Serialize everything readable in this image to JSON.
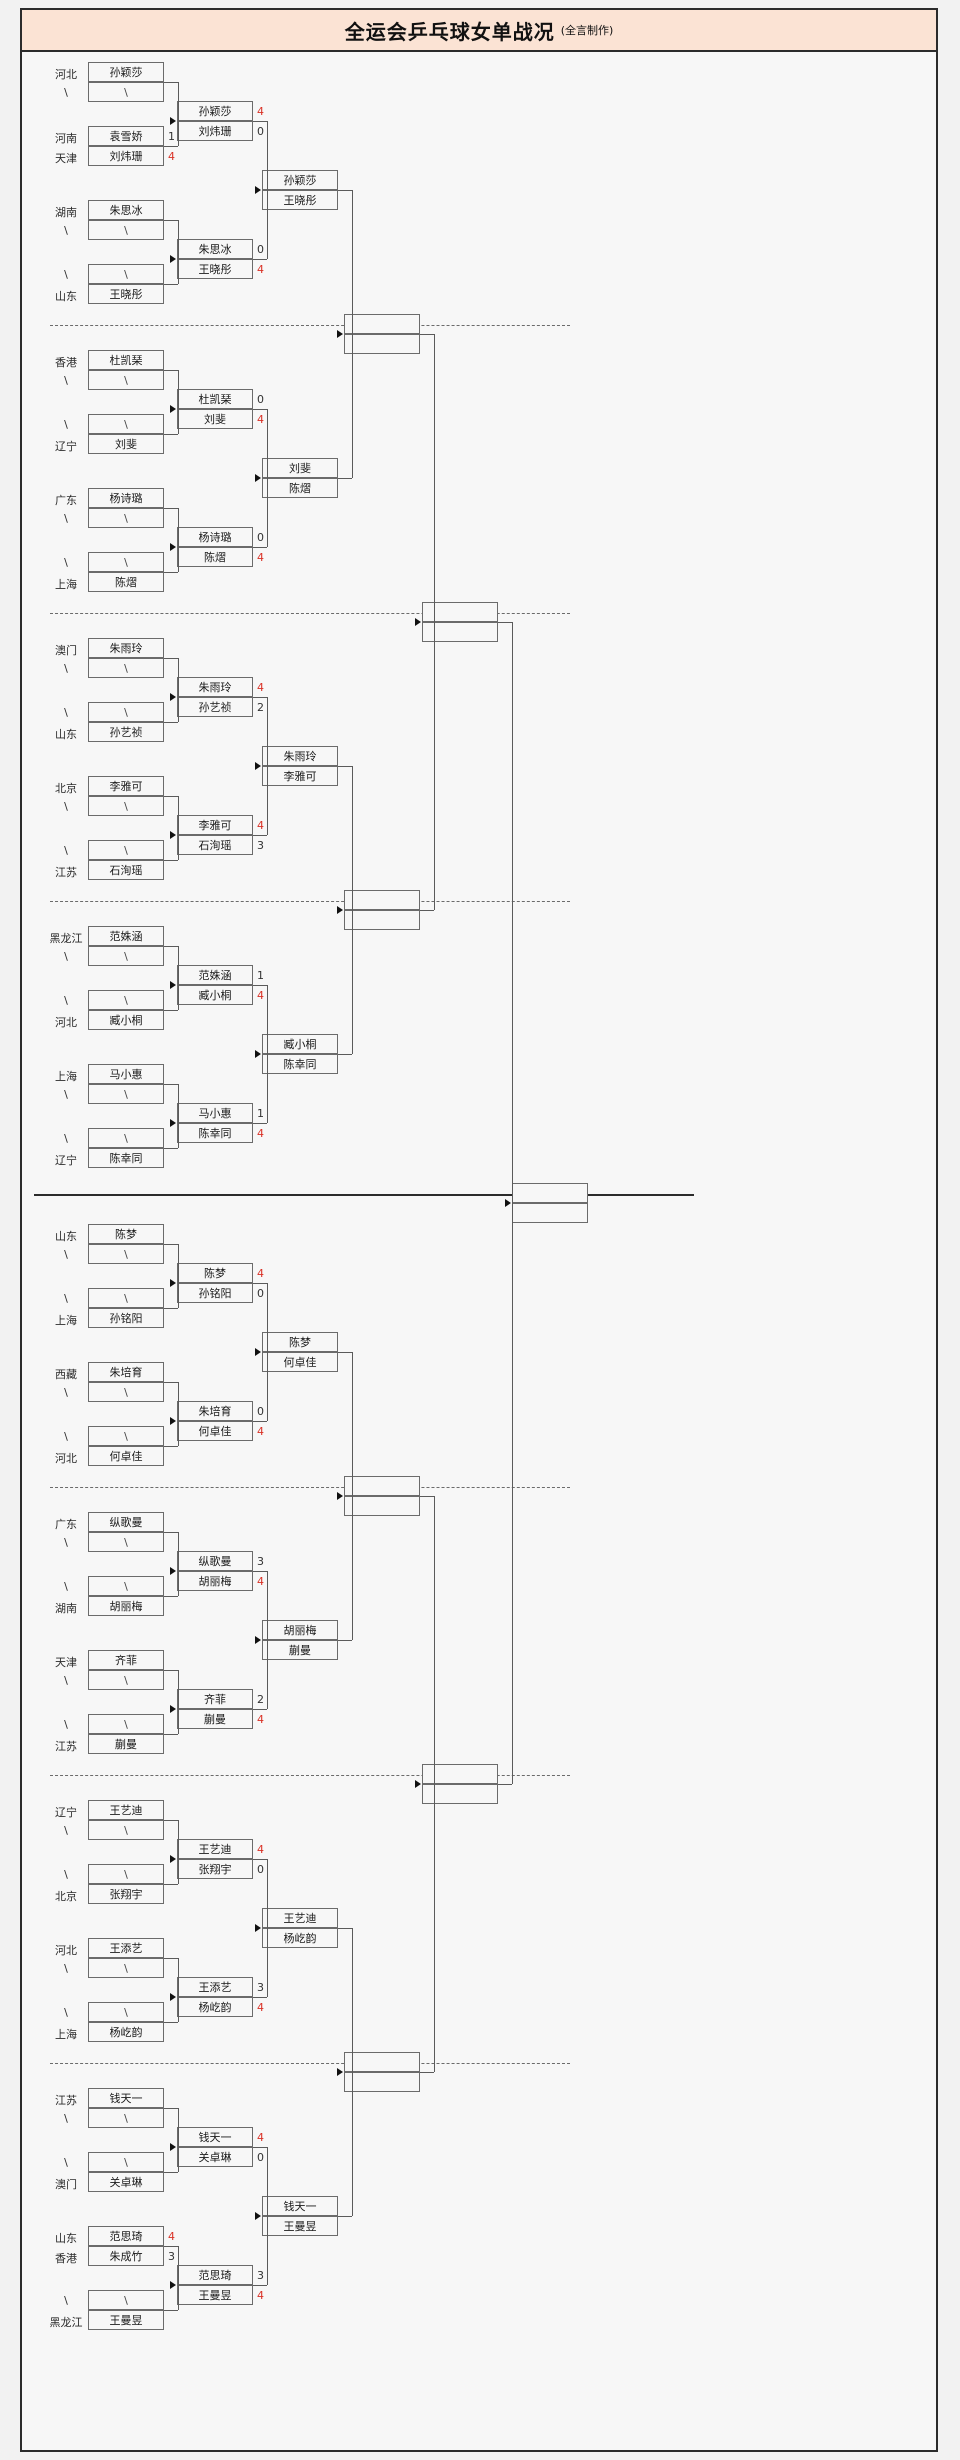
{
  "title": {
    "main": "全运会乒乓球女单战况",
    "sub": "(全言制作)"
  },
  "labels": {
    "bye": "\\"
  },
  "colors": {
    "header_bg": "#fbe3d4",
    "border": "#2b2b2b",
    "win_score": "#d93025",
    "lose_score": "#333333",
    "page_bg": "#f2f2f2",
    "sheet_bg": "#f7f7f7"
  },
  "chart_data": {
    "type": "bracket",
    "title": "全运会乒乓球女单战况",
    "rounds": 6,
    "r1_matches": [
      {
        "id": "r1m1",
        "top": {
          "prov": "河北",
          "name": "孙颖莎",
          "score": ""
        },
        "bottom": {
          "prov": "\\",
          "name": "\\",
          "score": ""
        }
      },
      {
        "id": "r1m2",
        "top": {
          "prov": "河南",
          "name": "袁雪娇",
          "score": "1"
        },
        "bottom": {
          "prov": "天津",
          "name": "刘炜珊",
          "score": "4"
        }
      },
      {
        "id": "r1m3",
        "top": {
          "prov": "湖南",
          "name": "朱思冰",
          "score": ""
        },
        "bottom": {
          "prov": "\\",
          "name": "\\",
          "score": ""
        }
      },
      {
        "id": "r1m4",
        "top": {
          "prov": "\\",
          "name": "\\",
          "score": ""
        },
        "bottom": {
          "prov": "山东",
          "name": "王晓彤",
          "score": ""
        }
      },
      {
        "id": "r1m5",
        "top": {
          "prov": "香港",
          "name": "杜凯琹",
          "score": ""
        },
        "bottom": {
          "prov": "\\",
          "name": "\\",
          "score": ""
        }
      },
      {
        "id": "r1m6",
        "top": {
          "prov": "\\",
          "name": "\\",
          "score": ""
        },
        "bottom": {
          "prov": "辽宁",
          "name": "刘斐",
          "score": ""
        }
      },
      {
        "id": "r1m7",
        "top": {
          "prov": "广东",
          "name": "杨诗璐",
          "score": ""
        },
        "bottom": {
          "prov": "\\",
          "name": "\\",
          "score": ""
        }
      },
      {
        "id": "r1m8",
        "top": {
          "prov": "\\",
          "name": "\\",
          "score": ""
        },
        "bottom": {
          "prov": "上海",
          "name": "陈熠",
          "score": ""
        }
      },
      {
        "id": "r1m9",
        "top": {
          "prov": "澳门",
          "name": "朱雨玲",
          "score": ""
        },
        "bottom": {
          "prov": "\\",
          "name": "\\",
          "score": ""
        }
      },
      {
        "id": "r1m10",
        "top": {
          "prov": "\\",
          "name": "\\",
          "score": ""
        },
        "bottom": {
          "prov": "山东",
          "name": "孙艺祯",
          "score": ""
        }
      },
      {
        "id": "r1m11",
        "top": {
          "prov": "北京",
          "name": "李雅可",
          "score": ""
        },
        "bottom": {
          "prov": "\\",
          "name": "\\",
          "score": ""
        }
      },
      {
        "id": "r1m12",
        "top": {
          "prov": "\\",
          "name": "\\",
          "score": ""
        },
        "bottom": {
          "prov": "江苏",
          "name": "石洵瑶",
          "score": ""
        }
      },
      {
        "id": "r1m13",
        "top": {
          "prov": "黑龙江",
          "name": "范姝涵",
          "score": ""
        },
        "bottom": {
          "prov": "\\",
          "name": "\\",
          "score": ""
        }
      },
      {
        "id": "r1m14",
        "top": {
          "prov": "\\",
          "name": "\\",
          "score": ""
        },
        "bottom": {
          "prov": "河北",
          "name": "臧小桐",
          "score": ""
        }
      },
      {
        "id": "r1m15",
        "top": {
          "prov": "上海",
          "name": "马小惠",
          "score": ""
        },
        "bottom": {
          "prov": "\\",
          "name": "\\",
          "score": ""
        }
      },
      {
        "id": "r1m16",
        "top": {
          "prov": "\\",
          "name": "\\",
          "score": ""
        },
        "bottom": {
          "prov": "辽宁",
          "name": "陈幸同",
          "score": ""
        }
      },
      {
        "id": "r1m17",
        "top": {
          "prov": "山东",
          "name": "陈梦",
          "score": ""
        },
        "bottom": {
          "prov": "\\",
          "name": "\\",
          "score": ""
        }
      },
      {
        "id": "r1m18",
        "top": {
          "prov": "\\",
          "name": "\\",
          "score": ""
        },
        "bottom": {
          "prov": "上海",
          "name": "孙铭阳",
          "score": ""
        }
      },
      {
        "id": "r1m19",
        "top": {
          "prov": "西藏",
          "name": "朱培育",
          "score": ""
        },
        "bottom": {
          "prov": "\\",
          "name": "\\",
          "score": ""
        }
      },
      {
        "id": "r1m20",
        "top": {
          "prov": "\\",
          "name": "\\",
          "score": ""
        },
        "bottom": {
          "prov": "河北",
          "name": "何卓佳",
          "score": ""
        }
      },
      {
        "id": "r1m21",
        "top": {
          "prov": "广东",
          "name": "纵歌曼",
          "score": ""
        },
        "bottom": {
          "prov": "\\",
          "name": "\\",
          "score": ""
        }
      },
      {
        "id": "r1m22",
        "top": {
          "prov": "\\",
          "name": "\\",
          "score": ""
        },
        "bottom": {
          "prov": "湖南",
          "name": "胡丽梅",
          "score": ""
        }
      },
      {
        "id": "r1m23",
        "top": {
          "prov": "天津",
          "name": "齐菲",
          "score": ""
        },
        "bottom": {
          "prov": "\\",
          "name": "\\",
          "score": ""
        }
      },
      {
        "id": "r1m24",
        "top": {
          "prov": "\\",
          "name": "\\",
          "score": ""
        },
        "bottom": {
          "prov": "江苏",
          "name": "蒯曼",
          "score": ""
        }
      },
      {
        "id": "r1m25",
        "top": {
          "prov": "辽宁",
          "name": "王艺迪",
          "score": ""
        },
        "bottom": {
          "prov": "\\",
          "name": "\\",
          "score": ""
        }
      },
      {
        "id": "r1m26",
        "top": {
          "prov": "\\",
          "name": "\\",
          "score": ""
        },
        "bottom": {
          "prov": "北京",
          "name": "张翔宇",
          "score": ""
        }
      },
      {
        "id": "r1m27",
        "top": {
          "prov": "河北",
          "name": "王添艺",
          "score": ""
        },
        "bottom": {
          "prov": "\\",
          "name": "\\",
          "score": ""
        }
      },
      {
        "id": "r1m28",
        "top": {
          "prov": "\\",
          "name": "\\",
          "score": ""
        },
        "bottom": {
          "prov": "上海",
          "name": "杨屹韵",
          "score": ""
        }
      },
      {
        "id": "r1m29",
        "top": {
          "prov": "江苏",
          "name": "钱天一",
          "score": ""
        },
        "bottom": {
          "prov": "\\",
          "name": "\\",
          "score": ""
        }
      },
      {
        "id": "r1m30",
        "top": {
          "prov": "\\",
          "name": "\\",
          "score": ""
        },
        "bottom": {
          "prov": "澳门",
          "name": "关卓琳",
          "score": ""
        }
      },
      {
        "id": "r1m31",
        "top": {
          "prov": "山东",
          "name": "范思琦",
          "score": "4"
        },
        "bottom": {
          "prov": "香港",
          "name": "朱成竹",
          "score": "3"
        }
      },
      {
        "id": "r1m32",
        "top": {
          "prov": "\\",
          "name": "\\",
          "score": ""
        },
        "bottom": {
          "prov": "黑龙江",
          "name": "王曼昱",
          "score": ""
        }
      }
    ],
    "r2_matches": [
      {
        "id": "r2m1",
        "top": {
          "name": "孙颖莎",
          "score": "4"
        },
        "bottom": {
          "name": "刘炜珊",
          "score": "0"
        }
      },
      {
        "id": "r2m2",
        "top": {
          "name": "朱思冰",
          "score": "0"
        },
        "bottom": {
          "name": "王晓彤",
          "score": "4"
        }
      },
      {
        "id": "r2m3",
        "top": {
          "name": "杜凯琹",
          "score": "0"
        },
        "bottom": {
          "name": "刘斐",
          "score": "4"
        }
      },
      {
        "id": "r2m4",
        "top": {
          "name": "杨诗璐",
          "score": "0"
        },
        "bottom": {
          "name": "陈熠",
          "score": "4"
        }
      },
      {
        "id": "r2m5",
        "top": {
          "name": "朱雨玲",
          "score": "4"
        },
        "bottom": {
          "name": "孙艺祯",
          "score": "2"
        }
      },
      {
        "id": "r2m6",
        "top": {
          "name": "李雅可",
          "score": "4"
        },
        "bottom": {
          "name": "石洵瑶",
          "score": "3"
        }
      },
      {
        "id": "r2m7",
        "top": {
          "name": "范姝涵",
          "score": "1"
        },
        "bottom": {
          "name": "臧小桐",
          "score": "4"
        }
      },
      {
        "id": "r2m8",
        "top": {
          "name": "马小惠",
          "score": "1"
        },
        "bottom": {
          "name": "陈幸同",
          "score": "4"
        }
      },
      {
        "id": "r2m9",
        "top": {
          "name": "陈梦",
          "score": "4"
        },
        "bottom": {
          "name": "孙铭阳",
          "score": "0"
        }
      },
      {
        "id": "r2m10",
        "top": {
          "name": "朱培育",
          "score": "0"
        },
        "bottom": {
          "name": "何卓佳",
          "score": "4"
        }
      },
      {
        "id": "r2m11",
        "top": {
          "name": "纵歌曼",
          "score": "3"
        },
        "bottom": {
          "name": "胡丽梅",
          "score": "4"
        }
      },
      {
        "id": "r2m12",
        "top": {
          "name": "齐菲",
          "score": "2"
        },
        "bottom": {
          "name": "蒯曼",
          "score": "4"
        }
      },
      {
        "id": "r2m13",
        "top": {
          "name": "王艺迪",
          "score": "4"
        },
        "bottom": {
          "name": "张翔宇",
          "score": "0"
        }
      },
      {
        "id": "r2m14",
        "top": {
          "name": "王添艺",
          "score": "3"
        },
        "bottom": {
          "name": "杨屹韵",
          "score": "4"
        }
      },
      {
        "id": "r2m15",
        "top": {
          "name": "钱天一",
          "score": "4"
        },
        "bottom": {
          "name": "关卓琳",
          "score": "0"
        }
      },
      {
        "id": "r2m16",
        "top": {
          "name": "范思琦",
          "score": "3"
        },
        "bottom": {
          "name": "王曼昱",
          "score": "4"
        }
      }
    ],
    "r3_matches": [
      {
        "id": "r3m1",
        "top": {
          "name": "孙颖莎",
          "score": ""
        },
        "bottom": {
          "name": "王晓彤",
          "score": ""
        }
      },
      {
        "id": "r3m2",
        "top": {
          "name": "刘斐",
          "score": ""
        },
        "bottom": {
          "name": "陈熠",
          "score": ""
        }
      },
      {
        "id": "r3m3",
        "top": {
          "name": "朱雨玲",
          "score": ""
        },
        "bottom": {
          "name": "李雅可",
          "score": ""
        }
      },
      {
        "id": "r3m4",
        "top": {
          "name": "臧小桐",
          "score": ""
        },
        "bottom": {
          "name": "陈幸同",
          "score": ""
        }
      },
      {
        "id": "r3m5",
        "top": {
          "name": "陈梦",
          "score": ""
        },
        "bottom": {
          "name": "何卓佳",
          "score": ""
        }
      },
      {
        "id": "r3m6",
        "top": {
          "name": "胡丽梅",
          "score": ""
        },
        "bottom": {
          "name": "蒯曼",
          "score": ""
        }
      },
      {
        "id": "r3m7",
        "top": {
          "name": "王艺迪",
          "score": ""
        },
        "bottom": {
          "name": "杨屹韵",
          "score": ""
        }
      },
      {
        "id": "r3m8",
        "top": {
          "name": "钱天一",
          "score": ""
        },
        "bottom": {
          "name": "王曼昱",
          "score": ""
        }
      }
    ],
    "r4_matches": [
      {
        "id": "r4m1",
        "top": {
          "name": "",
          "score": ""
        },
        "bottom": {
          "name": "",
          "score": ""
        }
      },
      {
        "id": "r4m2",
        "top": {
          "name": "",
          "score": ""
        },
        "bottom": {
          "name": "",
          "score": ""
        }
      },
      {
        "id": "r4m3",
        "top": {
          "name": "",
          "score": ""
        },
        "bottom": {
          "name": "",
          "score": ""
        }
      },
      {
        "id": "r4m4",
        "top": {
          "name": "",
          "score": ""
        },
        "bottom": {
          "name": "",
          "score": ""
        }
      }
    ],
    "r5_matches": [
      {
        "id": "r5m1",
        "top": {
          "name": "",
          "score": ""
        },
        "bottom": {
          "name": "",
          "score": ""
        }
      },
      {
        "id": "r5m2",
        "top": {
          "name": "",
          "score": ""
        },
        "bottom": {
          "name": "",
          "score": ""
        }
      }
    ],
    "final_match": {
      "id": "r6m1",
      "top": {
        "name": "",
        "score": ""
      },
      "bottom": {
        "name": "",
        "score": ""
      }
    }
  }
}
